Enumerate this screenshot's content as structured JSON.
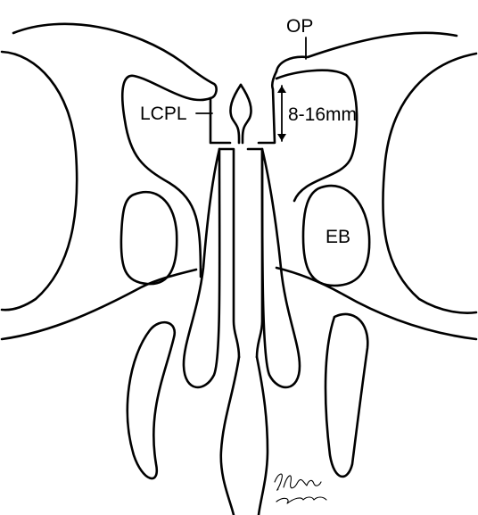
{
  "labels": {
    "op": "OP",
    "lcpl": "LCPL",
    "measurement": "8-16mm",
    "eb": "EB"
  },
  "signature": {
    "lines": [
      "J.A. Kuhn",
      "R. Fiala"
    ]
  },
  "colors": {
    "ink": "#000000",
    "background": "#ffffff"
  }
}
